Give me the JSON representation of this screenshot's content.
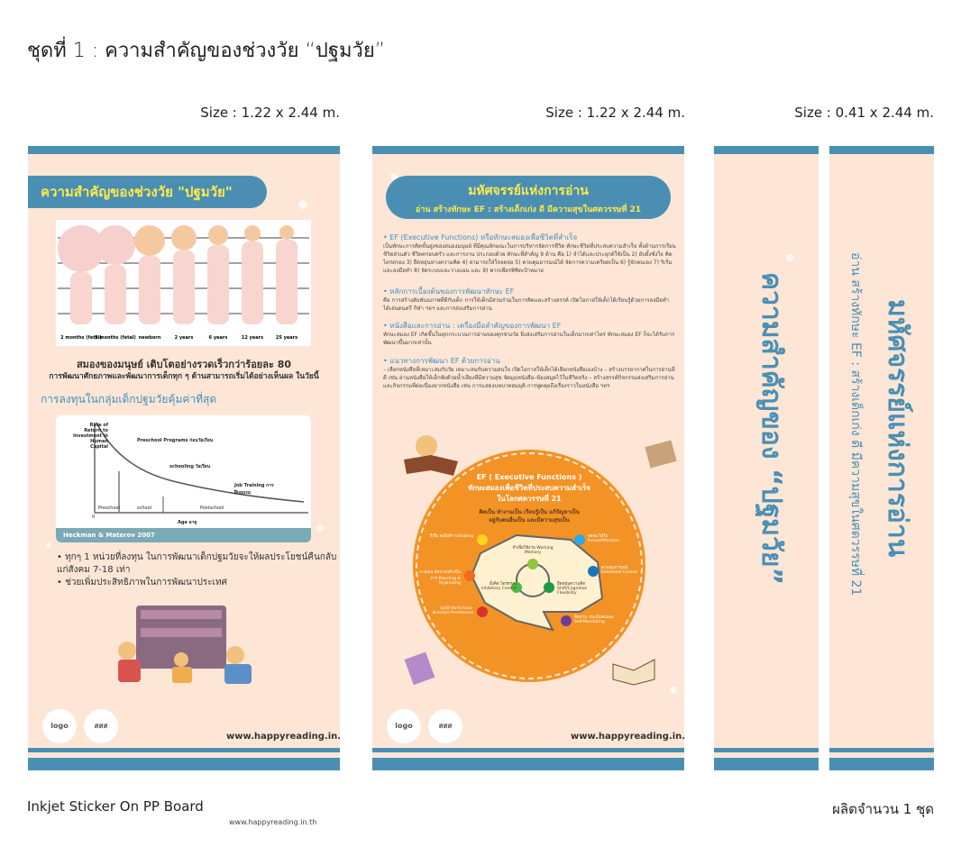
{
  "header": {
    "title": "ชุดที่ 1 : ความสำคัญของช่วงวัย “ปฐมวัย”"
  },
  "sizes": [
    "Size : 1.22 x 2.44 m.",
    "Size : 1.22 x 2.44 m.",
    "Size : 0.41 x 2.44 m."
  ],
  "panel1": {
    "banner": "ความสำคัญของช่วงวัย \"ปฐมวัย\"",
    "age_labels": [
      "2 months (fetal)",
      "5 months (fetal)",
      "newborn",
      "2 years",
      "6 years",
      "12 years",
      "25 years"
    ],
    "caption1": "สมองของมนุษย์ เติบโตอย่างรวดเร็วกว่าร้อยละ 80",
    "caption2": "การพัฒนาศักยภาพและพัฒนาการเด็กทุก ๆ ด้านสามารถเริ่มได้อย่างเห็นผล ในวัยนี้",
    "heading": "การลงทุนในกลุ่มเด็กปฐมวัยคุ้มค่าที่สุด",
    "chart": {
      "ylabel": "Rate of Return to Investment in Human Capital",
      "xlabel": "Age อายุ",
      "origin": "0",
      "annot1": "Preschool Programs ก่อนวัยเรียน",
      "annot2": "schooling วัยเรียน",
      "annot3": "Job Training การฝึกอบรม",
      "zones": [
        "Preschool",
        "school",
        "Postschool"
      ],
      "source": "Heckman & Materov 2007"
    },
    "bullet1": "• ทุกๆ 1 หน่วยที่ลงทุน ในการพัฒนาเด็กปฐมวัยจะให้ผลประโยชน์คืนกลับแก่สังคม 7-18 เท่า",
    "bullet2": "• ช่วยเพิ่มประสิทธิภาพในการพัฒนาประเทศ",
    "logo1": "logo",
    "logo2": "สสส",
    "url": "www.happyreading.in.th"
  },
  "panel2": {
    "banner_title": "มหัศจรรย์แห่งการอ่าน",
    "banner_sub": "อ่าน สร้างทักษะ EF : สร้างเด็กเก่ง ดี มีความสุขในศตวรรษที่ 21",
    "sections": [
      {
        "h": "• EF (Executive Functions) หรือทักษะสมองเพื่อชีวิตที่สำเร็จ",
        "t": "เป็นทักษะการคิดขั้นสูงของสมองมนุษย์ ที่มีคุณลักษณะในการบริหารจัดการชีวิต ทักษะชีวิตที่ประสบความสำเร็จ ทั้งด้านการเรียน ชีวิตส่วนตัว ชีวิตครอบครัว และการงาน ประกอบด้วย ทักษะที่สำคัญ 9 ด้าน คือ 1) จำได้และประยุกต์ใช้เป็น 2) ยับยั้งชั่งใจ คิดไตร่ตรอง 3) ยืดหยุ่นทางความคิด 4) สามารถใส่ใจจดจ่อ 5) ควบคุมอารมณ์ได้ จัดการความเครียดเป็น 6) รู้จักตนเอง 7) ริเริ่มและลงมือทำ 8) จัดระบบและวางแผน และ 9) พากเพียรพิชิตเป้าหมาย"
      },
      {
        "h": "• หลักการเบื้องต้นของการพัฒนาทักษะ EF",
        "t": "คือ การสร้างสัมพันธภาพที่ดีกับเด็ก การให้เด็กมีส่วนร่วมในการคิดและสร้างสรรค์ เปิดโอกาสให้เด็กได้เรียนรู้ด้วยการลงมือทำ ได้เล่นดนตรี กีฬา ฯลฯ และการส่งเสริมการอ่าน"
      },
      {
        "h": "• หนังสือและการอ่าน : เครื่องมือสำคัญของการพัฒนา EF",
        "t": "ทักษะสมอง EF เกิดขึ้นในทุกกระบวนการอ่านของทุกช่วงวัย ยิ่งส่งเสริมการอ่านในเด็กมากเท่าไหร่ ทักษะสมอง EF ก็จะได้รับการพัฒนาขึ้นมากเท่านั้น"
      },
      {
        "h": "• แนวทางการพัฒนา EF ด้วยการอ่าน",
        "t": "– เลือกหนังสือที่เหมาะสมกับวัย เหมาะสมกับความสนใจ เปิดโอกาสให้เด็กได้เลือกหนังสือเองบ้าง – สร้างบรรยากาศในการอ่านที่ดี เช่น อ่านหนังสือให้เด็กฟังด้วยน้ำเสียงที่มีความสุข จัดมุมหนังสือ–ห้องสมุดไว้ในชีวิตจริง – สร้างสรรค์กิจกรรมส่งเสริมการอ่าน และกิจกรรมที่ต่อเนื่องจากหนังสือ เช่น การแสดงบทบาทสมมุติ การพูดคุยถึงเรื่องราวในหนังสือ ฯลฯ"
      }
    ],
    "circle": {
      "title1": "EF ( Executive Functions )",
      "title2": "ทักษะสมองเพื่อชีวิตที่ประสบความสำเร็จ",
      "title3": "ในโลกศตวรรษที่ 21",
      "sub1": "คิดเป็น ทำงานเป็น เรียนรู้เป็น แก้ปัญหาเป็น",
      "sub2": "อยู่กับคนอื่นเป็น และมีความสุขเป็น",
      "skills": [
        {
          "label": "ริเริ่ม ลงมือทำ Initiating",
          "color": "#ffd21f"
        },
        {
          "label": "วางแผน จัดระบบดำเนินการ Planning & Organizing",
          "color": "#f26a21"
        },
        {
          "label": "มุ่งเป้าหมาย Goal-directed Persistence",
          "color": "#d9342b"
        },
        {
          "label": "จดจ่อ ใส่ใจ Focus/Attention",
          "color": "#29abe2"
        },
        {
          "label": "ควบคุมอารมณ์ Emotional Control",
          "color": "#1b75bc"
        },
        {
          "label": "ติดตาม ประเมินตนเอง Self-Monitoring",
          "color": "#6a3d9a"
        },
        {
          "label": "จำเพื่อใช้งาน Working Memory",
          "color": "#8dc63f"
        },
        {
          "label": "ยั้งคิด ไตร่ตรอง Inhibitory Control",
          "color": "#4dba4a"
        },
        {
          "label": "ยืดหยุ่นความคิด Shift/Cognitive Flexibility",
          "color": "#1a9a48"
        }
      ]
    },
    "logo1": "logo",
    "logo2": "สสส",
    "url": "www.happyreading.in.th"
  },
  "panel3": {
    "text": "ความสำคัญของ “ปฐมวัย”"
  },
  "panel4": {
    "title": "มหัศจรรย์แห่งการอ่าน",
    "sub": "อ่าน สร้างทักษะ EF : สร้างเด็กเก่ง ดี มีความสุขในศตวรรษที่ 21"
  },
  "footer": {
    "left": "Inkjet Sticker On PP Board",
    "right": "ผลิตจำนวน 1 ชุด",
    "url": "www.happyreading.in.th"
  }
}
